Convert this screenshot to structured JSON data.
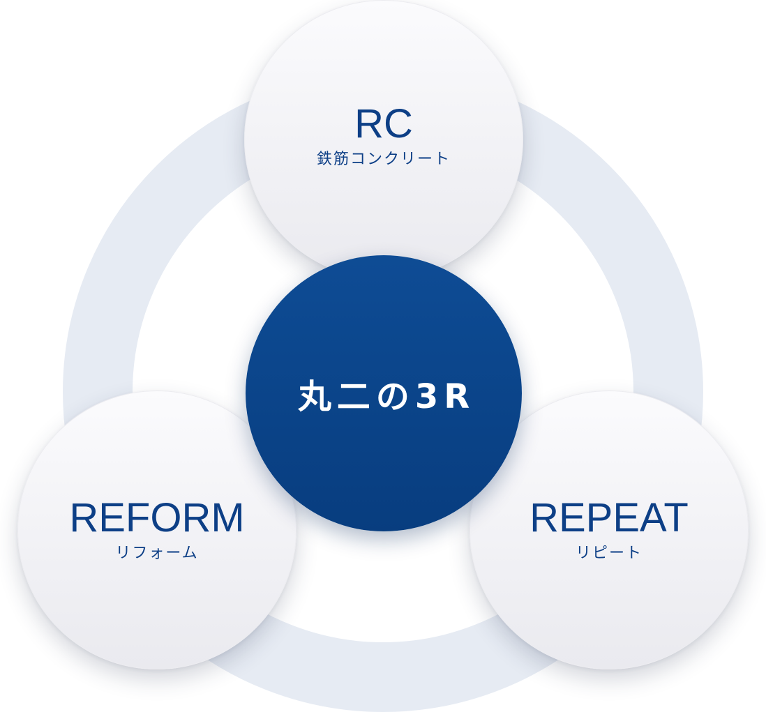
{
  "diagram": {
    "center": {
      "label": "丸二の3R"
    },
    "nodes": [
      {
        "id": "rc",
        "title": "RC",
        "subtitle": "鉄筋コンクリート"
      },
      {
        "id": "reform",
        "title": "REFORM",
        "subtitle": "リフォーム"
      },
      {
        "id": "repeat",
        "title": "REPEAT",
        "subtitle": "リピート"
      }
    ]
  },
  "colors": {
    "ring": "#e6ebf3",
    "center_fill": "#0b4589",
    "text_primary": "#0d3f86",
    "node_fill": "#f3f3f6"
  }
}
